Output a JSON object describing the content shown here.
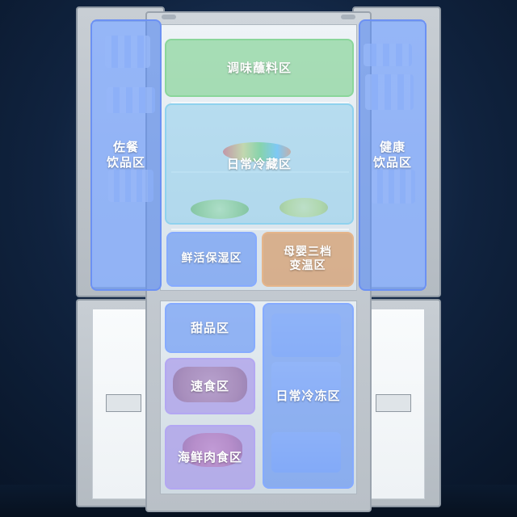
{
  "zones": {
    "top_center": "调味蘸料区",
    "daily_fridge": "日常冷藏区",
    "left_door": "佐餐\n饮品区",
    "right_door": "健康\n饮品区",
    "fresh": "鲜活保湿区",
    "maternal": "母婴三档\n变温区",
    "dessert": "甜品区",
    "fast_food": "速食区",
    "seafood": "海鲜肉食区",
    "freeze": "日常冷冻区"
  },
  "colors": {
    "background": "#10233f",
    "green": "#6dcc80",
    "cyan": "#7cc8eb",
    "blue": "#6091f5",
    "orange": "#d69b6a",
    "purple": "#a796ea"
  }
}
